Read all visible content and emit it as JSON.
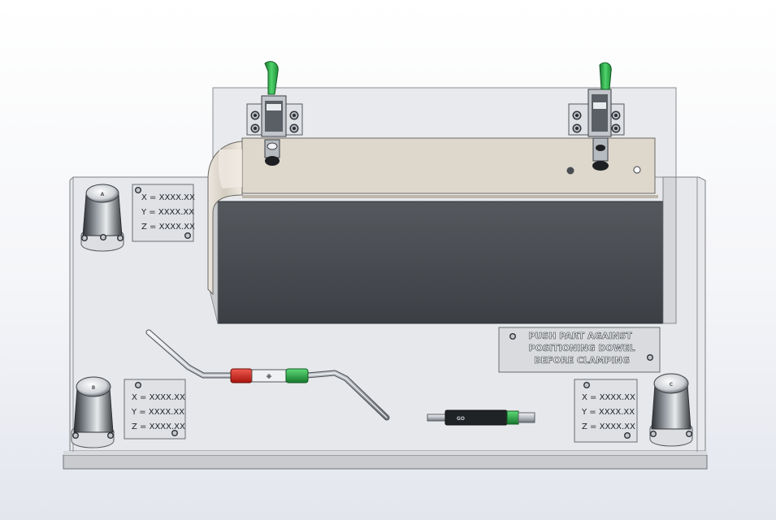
{
  "viewport": {
    "background": "#f4f5f8"
  },
  "colors": {
    "base_plate": "#e6e7ea",
    "block_dark": "#4e5358",
    "part_strip": "#ddd7cc",
    "clamp_handle": "#2bb34a",
    "gauge_red": "#d9261c",
    "gauge_green": "#27a844"
  },
  "label_plate": {
    "lines": [
      "PUSH PART AGAINST",
      "POSITIONING DOWEL",
      "BEFORE CLAMPING"
    ]
  },
  "coordinate_plates": [
    {
      "id": "top-left",
      "x": "X = XXXX.XX",
      "y": "Y = XXXX.XX",
      "z": "Z = XXXX.XX"
    },
    {
      "id": "bottom-left",
      "x": "X = XXXX.XX",
      "y": "Y = XXXX.XX",
      "z": "Z = XXXX.XX"
    },
    {
      "id": "bottom-right",
      "x": "X = XXXX.XX",
      "y": "Y = XXXX.XX",
      "z": "Z = XXXX.XX"
    }
  ],
  "gauge_pin": {
    "label": "GO"
  },
  "icons": [
    "toggle-clamp-icon",
    "datum-bushing-icon",
    "go-nogo-gauge-icon",
    "check-pin-icon",
    "screw-icon"
  ]
}
